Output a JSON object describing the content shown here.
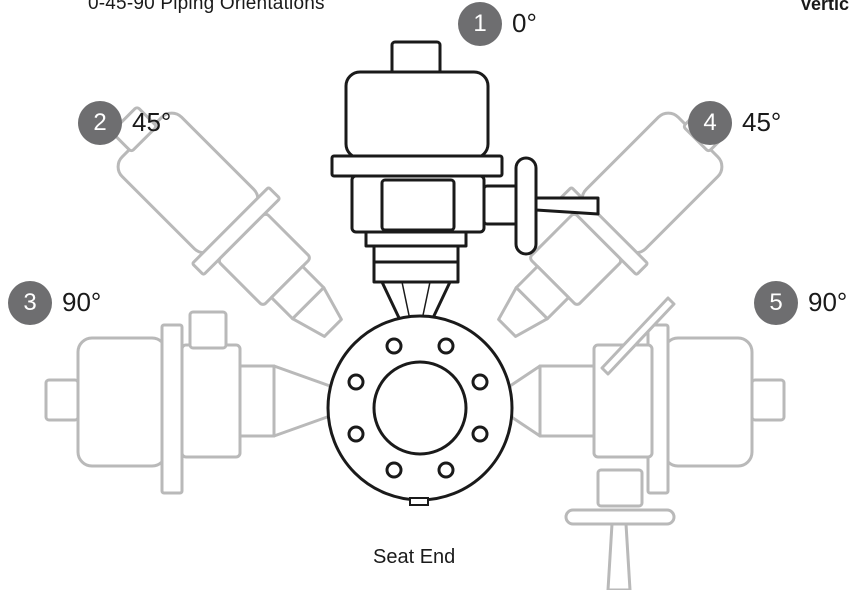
{
  "title": "0-45-90 Piping Orientations",
  "corner_text": "Vertic",
  "caption": "Seat End",
  "orientations": [
    {
      "number": "1",
      "angle": "0°"
    },
    {
      "number": "2",
      "angle": "45°"
    },
    {
      "number": "3",
      "angle": "90°"
    },
    {
      "number": "4",
      "angle": "45°"
    },
    {
      "number": "5",
      "angle": "90°"
    }
  ],
  "colors": {
    "badge": "#6e6e70",
    "faded_outline": "#b9b9b9",
    "main_outline": "#1a1a1a",
    "text": "#1a1a1a"
  }
}
